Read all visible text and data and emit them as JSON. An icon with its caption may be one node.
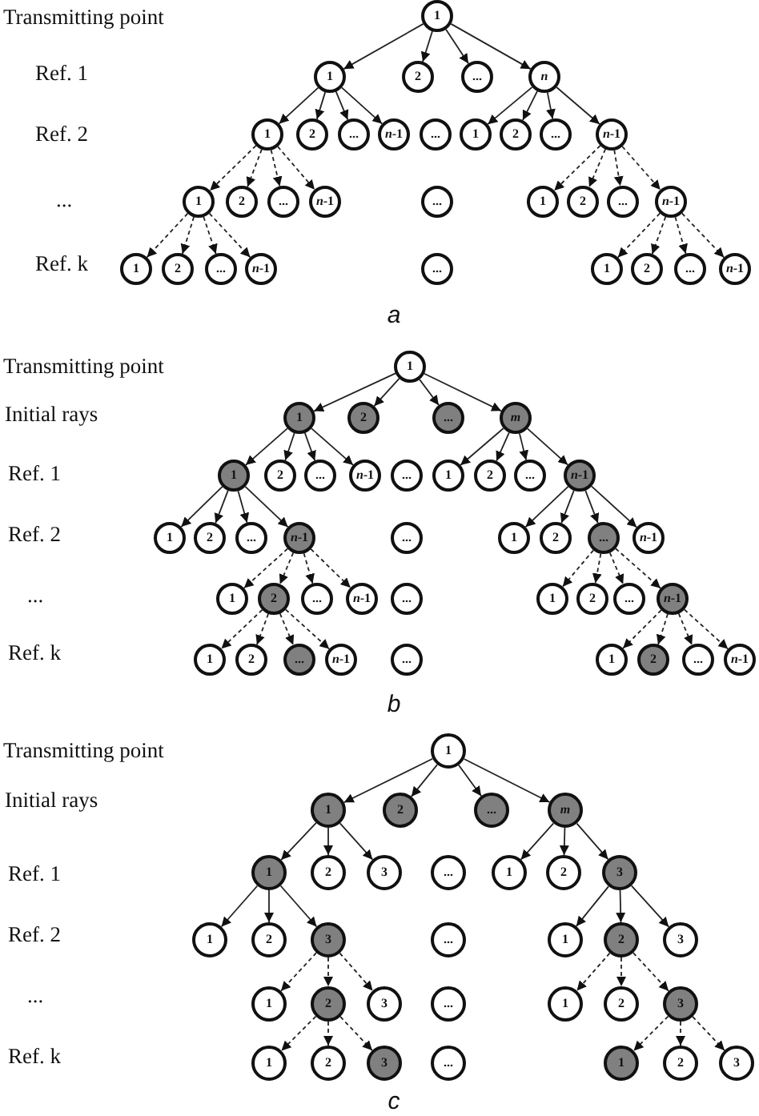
{
  "diagram": {
    "nodes": [
      {
        "text": [
          "1"
        ]
      },
      {
        "text": [
          "1"
        ]
      },
      {
        "text": [
          "2"
        ]
      },
      {
        "text": [
          "..."
        ]
      },
      {
        "text": [
          "*n*"
        ]
      },
      {
        "text": [
          "1"
        ]
      },
      {
        "text": [
          "2"
        ]
      },
      {
        "text": [
          "..."
        ]
      },
      {
        "text": [
          "*n*-1"
        ]
      },
      {
        "text": [
          "..."
        ]
      },
      {
        "text": [
          "1"
        ]
      },
      {
        "text": [
          "2"
        ]
      },
      {
        "text": [
          "..."
        ]
      },
      {
        "text": [
          "*n*-1"
        ]
      },
      {
        "text": [
          "1"
        ]
      },
      {
        "text": [
          "2"
        ]
      },
      {
        "text": [
          "..."
        ]
      },
      {
        "text": [
          "*n*-1"
        ]
      },
      {
        "text": [
          "..."
        ]
      },
      {
        "text": [
          "1"
        ]
      },
      {
        "text": [
          "2"
        ]
      },
      {
        "text": [
          "..."
        ]
      },
      {
        "text": [
          "*n*-1"
        ]
      },
      {
        "text": [
          "1"
        ]
      },
      {
        "text": [
          "2"
        ]
      },
      {
        "text": [
          "..."
        ]
      },
      {
        "text": [
          "*n*-1"
        ]
      },
      {
        "text": [
          "..."
        ]
      },
      {
        "text": [
          "1"
        ]
      },
      {
        "text": [
          "2"
        ]
      },
      {
        "text": [
          "..."
        ]
      },
      {
        "text": [
          "*n*-1"
        ]
      },
      {
        "text": [
          "1"
        ]
      },
      {
        "text": [
          "1"
        ]
      },
      {
        "text": [
          "2"
        ]
      },
      {
        "text": [
          "..."
        ]
      },
      {
        "text": [
          "*m*"
        ]
      },
      {
        "text": [
          "1"
        ]
      },
      {
        "text": [
          "2"
        ]
      },
      {
        "text": [
          "..."
        ]
      },
      {
        "text": [
          "*n*-1"
        ]
      },
      {
        "text": [
          "..."
        ]
      },
      {
        "text": [
          "1"
        ]
      },
      {
        "text": [
          "2"
        ]
      },
      {
        "text": [
          "..."
        ]
      },
      {
        "text": [
          "*n*-1"
        ]
      },
      {
        "text": [
          "1"
        ]
      },
      {
        "text": [
          "2"
        ]
      },
      {
        "text": [
          "..."
        ]
      },
      {
        "text": [
          "*n*-1"
        ]
      },
      {
        "text": [
          "..."
        ]
      },
      {
        "text": [
          "1"
        ]
      },
      {
        "text": [
          "2"
        ]
      },
      {
        "text": [
          "..."
        ]
      },
      {
        "text": [
          "*n*-1"
        ]
      },
      {
        "text": [
          "1"
        ]
      },
      {
        "text": [
          "2"
        ]
      },
      {
        "text": [
          "..."
        ]
      },
      {
        "text": [
          "*n*-1"
        ]
      },
      {
        "text": [
          "..."
        ]
      },
      {
        "text": [
          "1"
        ]
      },
      {
        "text": [
          "2"
        ]
      },
      {
        "text": [
          "..."
        ]
      },
      {
        "text": [
          "*n*-1"
        ]
      },
      {
        "text": [
          "1"
        ]
      },
      {
        "text": [
          "2"
        ]
      },
      {
        "text": [
          "..."
        ]
      },
      {
        "text": [
          "*n*-1"
        ]
      },
      {
        "text": [
          "..."
        ]
      },
      {
        "text": [
          "1"
        ]
      },
      {
        "text": [
          "2"
        ]
      },
      {
        "text": [
          "..."
        ]
      },
      {
        "text": [
          "*n*-1"
        ]
      },
      {
        "text": [
          "1"
        ]
      },
      {
        "text": [
          "1"
        ]
      },
      {
        "text": [
          "2"
        ]
      },
      {
        "text": [
          "..."
        ]
      },
      {
        "text": [
          "*m*"
        ]
      },
      {
        "text": [
          "1"
        ]
      },
      {
        "text": [
          "2"
        ]
      },
      {
        "text": [
          "3"
        ]
      },
      {
        "text": [
          "..."
        ]
      },
      {
        "text": [
          "1"
        ]
      },
      {
        "text": [
          "2"
        ]
      },
      {
        "text": [
          "3"
        ]
      },
      {
        "text": [
          "1"
        ]
      },
      {
        "text": [
          "2"
        ]
      },
      {
        "text": [
          "3"
        ]
      },
      {
        "text": [
          "..."
        ]
      },
      {
        "text": [
          "1"
        ]
      },
      {
        "text": [
          "2"
        ]
      },
      {
        "text": [
          "3"
        ]
      },
      {
        "text": [
          "1"
        ]
      },
      {
        "text": [
          "2"
        ]
      },
      {
        "text": [
          "3"
        ]
      },
      {
        "text": [
          "..."
        ]
      },
      {
        "text": [
          "1"
        ]
      },
      {
        "text": [
          "2"
        ]
      },
      {
        "text": [
          "3"
        ]
      },
      {
        "text": [
          "1"
        ]
      },
      {
        "text": [
          "2"
        ]
      },
      {
        "text": [
          "3"
        ]
      },
      {
        "text": [
          "..."
        ]
      },
      {
        "text": [
          "1"
        ]
      },
      {
        "text": [
          "2"
        ]
      },
      {
        "text": [
          "3"
        ]
      }
    ],
    "edges": [
      {
        "from": 0,
        "to": 1,
        "arrow": "to"
      },
      {
        "from": 0,
        "to": 2,
        "arrow": "to"
      },
      {
        "from": 0,
        "to": 3,
        "arrow": "to"
      },
      {
        "from": 0,
        "to": 4,
        "arrow": "to"
      },
      {
        "from": 1,
        "to": 5,
        "arrow": "to"
      },
      {
        "from": 1,
        "to": 6,
        "arrow": "to"
      },
      {
        "from": 1,
        "to": 7,
        "arrow": "to"
      },
      {
        "from": 1,
        "to": 8,
        "arrow": "to"
      },
      {
        "from": 4,
        "to": 10,
        "arrow": "to"
      },
      {
        "from": 4,
        "to": 11,
        "arrow": "to"
      },
      {
        "from": 4,
        "to": 12,
        "arrow": "to"
      },
      {
        "from": 4,
        "to": 13,
        "arrow": "to"
      },
      {
        "from": 5,
        "to": 14,
        "arrow": "to",
        "style": "dashed"
      },
      {
        "from": 5,
        "to": 15,
        "arrow": "to",
        "style": "dashed"
      },
      {
        "from": 5,
        "to": 16,
        "arrow": "to",
        "style": "dashed"
      },
      {
        "from": 5,
        "to": 17,
        "arrow": "to",
        "style": "dashed"
      },
      {
        "from": 13,
        "to": 19,
        "arrow": "to",
        "style": "dashed"
      },
      {
        "from": 13,
        "to": 20,
        "arrow": "to",
        "style": "dashed"
      },
      {
        "from": 13,
        "to": 21,
        "arrow": "to",
        "style": "dashed"
      },
      {
        "from": 13,
        "to": 22,
        "arrow": "to",
        "style": "dashed"
      },
      {
        "from": 14,
        "to": 23,
        "arrow": "to",
        "style": "dashed"
      },
      {
        "from": 14,
        "to": 24,
        "arrow": "to",
        "style": "dashed"
      },
      {
        "from": 14,
        "to": 25,
        "arrow": "to",
        "style": "dashed"
      },
      {
        "from": 14,
        "to": 26,
        "arrow": "to",
        "style": "dashed"
      },
      {
        "from": 22,
        "to": 28,
        "arrow": "to",
        "style": "dashed"
      },
      {
        "from": 22,
        "to": 29,
        "arrow": "to",
        "style": "dashed"
      },
      {
        "from": 22,
        "to": 30,
        "arrow": "to",
        "style": "dashed"
      },
      {
        "from": 22,
        "to": 31,
        "arrow": "to",
        "style": "dashed"
      },
      {
        "from": 32,
        "to": 33,
        "arrow": "to"
      },
      {
        "from": 32,
        "to": 34,
        "arrow": "to"
      },
      {
        "from": 32,
        "to": 35,
        "arrow": "to"
      },
      {
        "from": 32,
        "to": 36,
        "arrow": "to"
      },
      {
        "from": 33,
        "to": 37,
        "arrow": "to"
      },
      {
        "from": 33,
        "to": 38,
        "arrow": "to"
      },
      {
        "from": 33,
        "to": 39,
        "arrow": "to"
      },
      {
        "from": 33,
        "to": 40,
        "arrow": "to"
      },
      {
        "from": 36,
        "to": 42,
        "arrow": "to"
      },
      {
        "from": 36,
        "to": 43,
        "arrow": "to"
      },
      {
        "from": 36,
        "to": 44,
        "arrow": "to"
      },
      {
        "from": 36,
        "to": 45,
        "arrow": "to"
      },
      {
        "from": 37,
        "to": 46,
        "arrow": "to"
      },
      {
        "from": 37,
        "to": 47,
        "arrow": "to"
      },
      {
        "from": 37,
        "to": 48,
        "arrow": "to"
      },
      {
        "from": 37,
        "to": 49,
        "arrow": "to"
      },
      {
        "from": 45,
        "to": 51,
        "arrow": "to"
      },
      {
        "from": 45,
        "to": 52,
        "arrow": "to"
      },
      {
        "from": 45,
        "to": 53,
        "arrow": "to"
      },
      {
        "from": 45,
        "to": 54,
        "arrow": "to"
      },
      {
        "from": 49,
        "to": 55,
        "arrow": "to",
        "style": "dashed"
      },
      {
        "from": 49,
        "to": 56,
        "arrow": "to",
        "style": "dashed"
      },
      {
        "from": 49,
        "to": 57,
        "arrow": "to",
        "style": "dashed"
      },
      {
        "from": 49,
        "to": 58,
        "arrow": "to",
        "style": "dashed"
      },
      {
        "from": 53,
        "to": 60,
        "arrow": "to",
        "style": "dashed"
      },
      {
        "from": 53,
        "to": 61,
        "arrow": "to",
        "style": "dashed"
      },
      {
        "from": 53,
        "to": 62,
        "arrow": "to",
        "style": "dashed"
      },
      {
        "from": 53,
        "to": 63,
        "arrow": "to",
        "style": "dashed"
      },
      {
        "from": 56,
        "to": 64,
        "arrow": "to",
        "style": "dashed"
      },
      {
        "from": 56,
        "to": 65,
        "arrow": "to",
        "style": "dashed"
      },
      {
        "from": 56,
        "to": 66,
        "arrow": "to",
        "style": "dashed"
      },
      {
        "from": 56,
        "to": 67,
        "arrow": "to",
        "style": "dashed"
      },
      {
        "from": 63,
        "to": 69,
        "arrow": "to",
        "style": "dashed"
      },
      {
        "from": 63,
        "to": 70,
        "arrow": "to",
        "style": "dashed"
      },
      {
        "from": 63,
        "to": 71,
        "arrow": "to",
        "style": "dashed"
      },
      {
        "from": 63,
        "to": 72,
        "arrow": "to",
        "style": "dashed"
      },
      {
        "from": 73,
        "to": 74,
        "arrow": "to"
      },
      {
        "from": 73,
        "to": 75,
        "arrow": "to"
      },
      {
        "from": 73,
        "to": 76,
        "arrow": "to"
      },
      {
        "from": 73,
        "to": 77,
        "arrow": "to"
      },
      {
        "from": 74,
        "to": 78,
        "arrow": "to"
      },
      {
        "from": 74,
        "to": 79,
        "arrow": "to"
      },
      {
        "from": 74,
        "to": 80,
        "arrow": "to"
      },
      {
        "from": 77,
        "to": 82,
        "arrow": "to"
      },
      {
        "from": 77,
        "to": 83,
        "arrow": "to"
      },
      {
        "from": 77,
        "to": 84,
        "arrow": "to"
      },
      {
        "from": 78,
        "to": 85,
        "arrow": "to"
      },
      {
        "from": 78,
        "to": 86,
        "arrow": "to"
      },
      {
        "from": 78,
        "to": 87,
        "arrow": "to"
      },
      {
        "from": 84,
        "to": 89,
        "arrow": "to"
      },
      {
        "from": 84,
        "to": 90,
        "arrow": "to"
      },
      {
        "from": 84,
        "to": 91,
        "arrow": "to"
      },
      {
        "from": 87,
        "to": 92,
        "arrow": "to",
        "style": "dashed"
      },
      {
        "from": 87,
        "to": 93,
        "arrow": "to",
        "style": "dashed"
      },
      {
        "from": 87,
        "to": 94,
        "arrow": "to",
        "style": "dashed"
      },
      {
        "from": 90,
        "to": 96,
        "arrow": "to",
        "style": "dashed"
      },
      {
        "from": 90,
        "to": 97,
        "arrow": "to",
        "style": "dashed"
      },
      {
        "from": 90,
        "to": 98,
        "arrow": "to",
        "style": "dashed"
      },
      {
        "from": 93,
        "to": 99,
        "arrow": "to",
        "style": "dashed"
      },
      {
        "from": 93,
        "to": 100,
        "arrow": "to",
        "style": "dashed"
      },
      {
        "from": 93,
        "to": 101,
        "arrow": "to",
        "style": "dashed"
      },
      {
        "from": 98,
        "to": 103,
        "arrow": "to",
        "style": "dashed"
      },
      {
        "from": 98,
        "to": 104,
        "arrow": "to",
        "style": "dashed"
      },
      {
        "from": 98,
        "to": 105,
        "arrow": "to",
        "style": "dashed"
      }
    ],
    "labels": [
      "Transmitting point",
      "Ref. 1",
      "Ref. 2",
      "...",
      "Ref. k",
      "a",
      "Transmitting point",
      "Initial rays",
      "Ref. 1",
      "Ref. 2",
      "...",
      "Ref. k",
      "b",
      "Transmitting point",
      "Initial rays",
      "Ref. 1",
      "Ref. 2",
      "...",
      "Ref. k",
      "c"
    ]
  }
}
